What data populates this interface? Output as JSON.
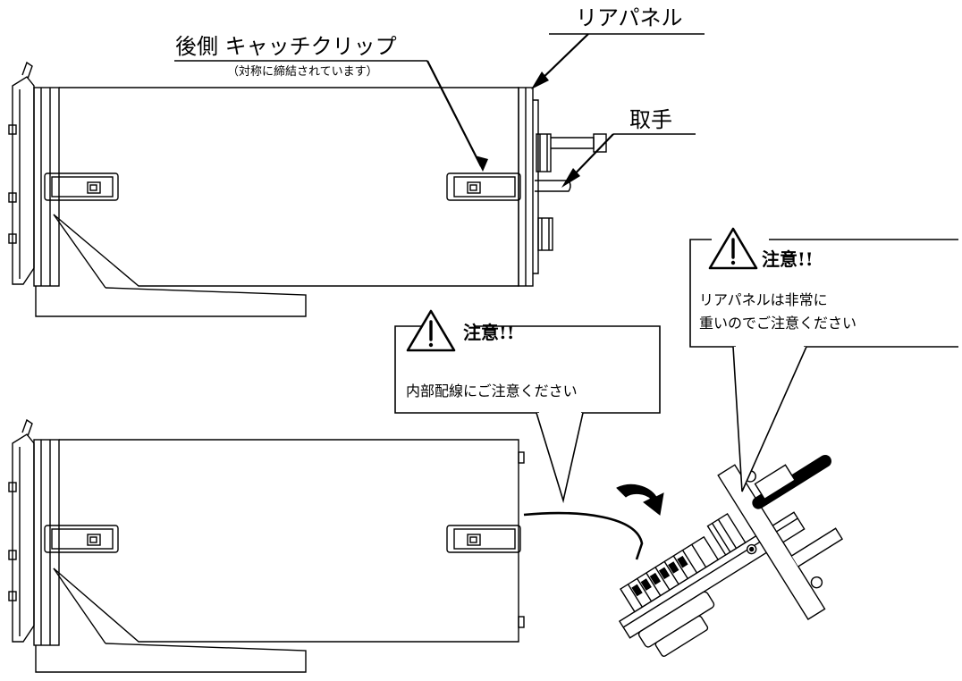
{
  "labels": {
    "rear_panel": "リアパネル",
    "rear_catch_clip": "後側 キャッチクリップ",
    "symmetric_note": "（対称に締結されています）",
    "handle": "取手"
  },
  "warnings": {
    "wiring": {
      "title": "注意!!",
      "text": "内部配線にご注意ください"
    },
    "panel": {
      "title": "注意!!",
      "line1": "リアパネルは非常に",
      "line2": "重いのでご注意ください"
    }
  }
}
